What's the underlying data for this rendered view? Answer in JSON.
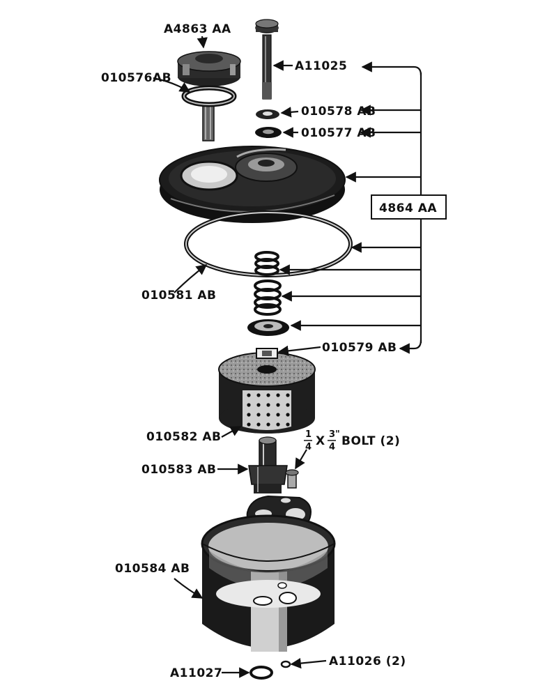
{
  "diagram": {
    "labels": {
      "cover_screw": "A4863 AA",
      "cover_screw_gasket": "010576AB",
      "center_bolt": "A11025",
      "bolt_washer": "010578 AB",
      "bolt_seal": "010577 AB",
      "assembly_ref": "4864 AA",
      "cover_gasket": "010581 AB",
      "spring_seat": "010579 AB",
      "filter_element": "010582 AB",
      "bolt_spec_num": "1",
      "bolt_spec_den": "4",
      "bolt_spec_x": "X",
      "bolt_spec_num2": "3\"",
      "bolt_spec_den2": "4",
      "bolt_spec_text": "BOLT (2)",
      "center_tube": "010583 AB",
      "body_bowl": "010584 AB",
      "drain_plug": "A11027",
      "drain_gasket": "A11026 (2)"
    }
  }
}
